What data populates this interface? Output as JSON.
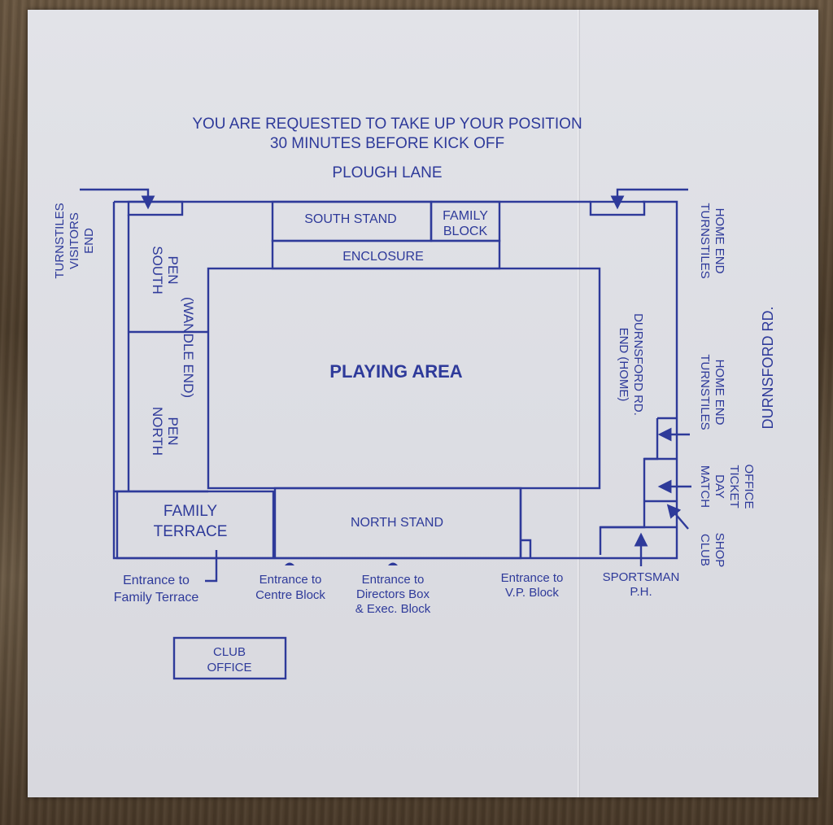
{
  "notice_line1": "YOU ARE REQUESTED TO TAKE UP YOUR POSITION",
  "notice_line2": "30 MINUTES BEFORE KICK OFF",
  "plough_lane": "PLOUGH LANE",
  "durnsford_rd": "DURNSFORD RD.",
  "turnstiles_visitors": [
    "TURNSTILES",
    "VISITORS",
    "END"
  ],
  "turnstiles_home_top": [
    "TURNSTILES",
    "HOME END"
  ],
  "turnstiles_home_mid": [
    "TURNSTILES",
    "HOME END"
  ],
  "south_stand": "SOUTH STAND",
  "family_block": [
    "FAMILY",
    "BLOCK"
  ],
  "enclosure": "ENCLOSURE",
  "south_pen": [
    "SOUTH",
    "PEN"
  ],
  "north_pen": [
    "NORTH",
    "PEN"
  ],
  "wandle_end": "(WANDLE END)",
  "playing_area": "PLAYING AREA",
  "durnsford_end": [
    "DURNSFORD RD.",
    "END (HOME)"
  ],
  "family_terrace": [
    "FAMILY",
    "TERRACE"
  ],
  "north_stand": "NORTH STAND",
  "match_day_ticket_office": [
    "MATCH",
    "DAY",
    "TICKET",
    "OFFICE"
  ],
  "club_shop": [
    "CLUB",
    "SHOP"
  ],
  "sportsman": [
    "SPORTSMAN",
    "P.H."
  ],
  "entrance_family": [
    "Entrance to",
    "Family Terrace"
  ],
  "entrance_centre": [
    "Entrance to",
    "Centre Block"
  ],
  "entrance_directors": [
    "Entrance to",
    "Directors Box",
    "& Exec. Block"
  ],
  "entrance_vp": [
    "Entrance to",
    "V.P. Block"
  ],
  "club_office": [
    "CLUB",
    "OFFICE"
  ],
  "colors": {
    "ink": "#2e3a9a",
    "paper": "#e0e1e6"
  }
}
